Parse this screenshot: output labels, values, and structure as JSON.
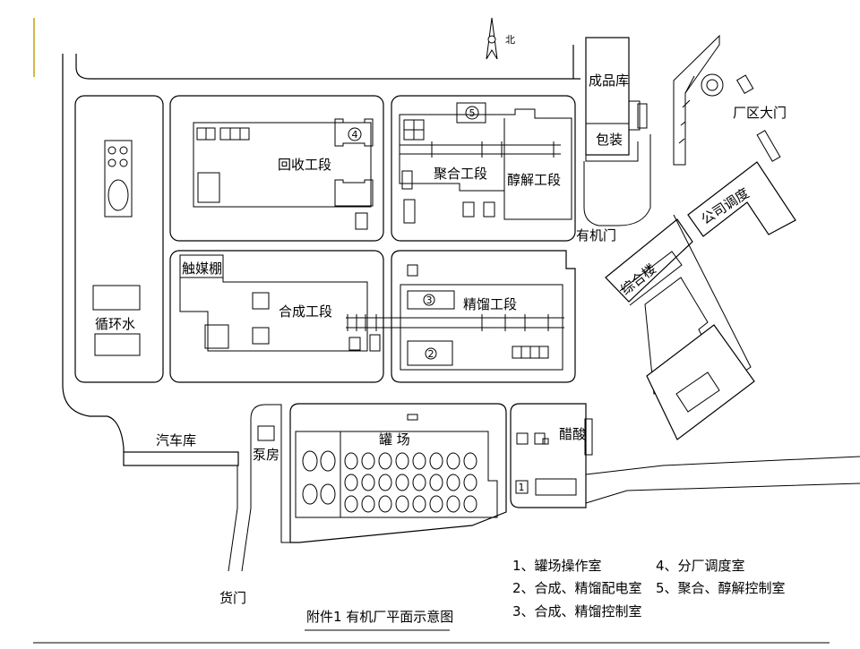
{
  "north": {
    "label": "北"
  },
  "buildings": {
    "product_warehouse": "成品库",
    "packaging": "包装",
    "factory_gate": "厂区大门",
    "recovery_section": "回收工段",
    "polymerization_section": "聚合工段",
    "alcoholysis_section": "醇解工段",
    "organic_gate": "有机门",
    "company_dispatch": "公司调度",
    "office_building": "综合楼",
    "catalyst_shed": "触媒棚",
    "synthesis_section": "合成工段",
    "refining_section": "精馏工段",
    "circulating_water": "循环水",
    "garage": "汽车库",
    "pump_house": "泵房",
    "tank_farm": "罐 场",
    "acetic_acid": "醋酸",
    "cargo_gate": "货门"
  },
  "markers": {
    "m1": "1",
    "m2": "2",
    "m3": "3",
    "m4": "4",
    "m5": "5"
  },
  "legend": {
    "item1": "1、罐场操作室",
    "item2": "2、合成、精馏配电室",
    "item3": "3、合成、精馏控制室",
    "item4": "4、分厂调度室",
    "item5": "5、聚合、醇解控制室"
  },
  "caption": "附件1 有机厂平面示意图"
}
